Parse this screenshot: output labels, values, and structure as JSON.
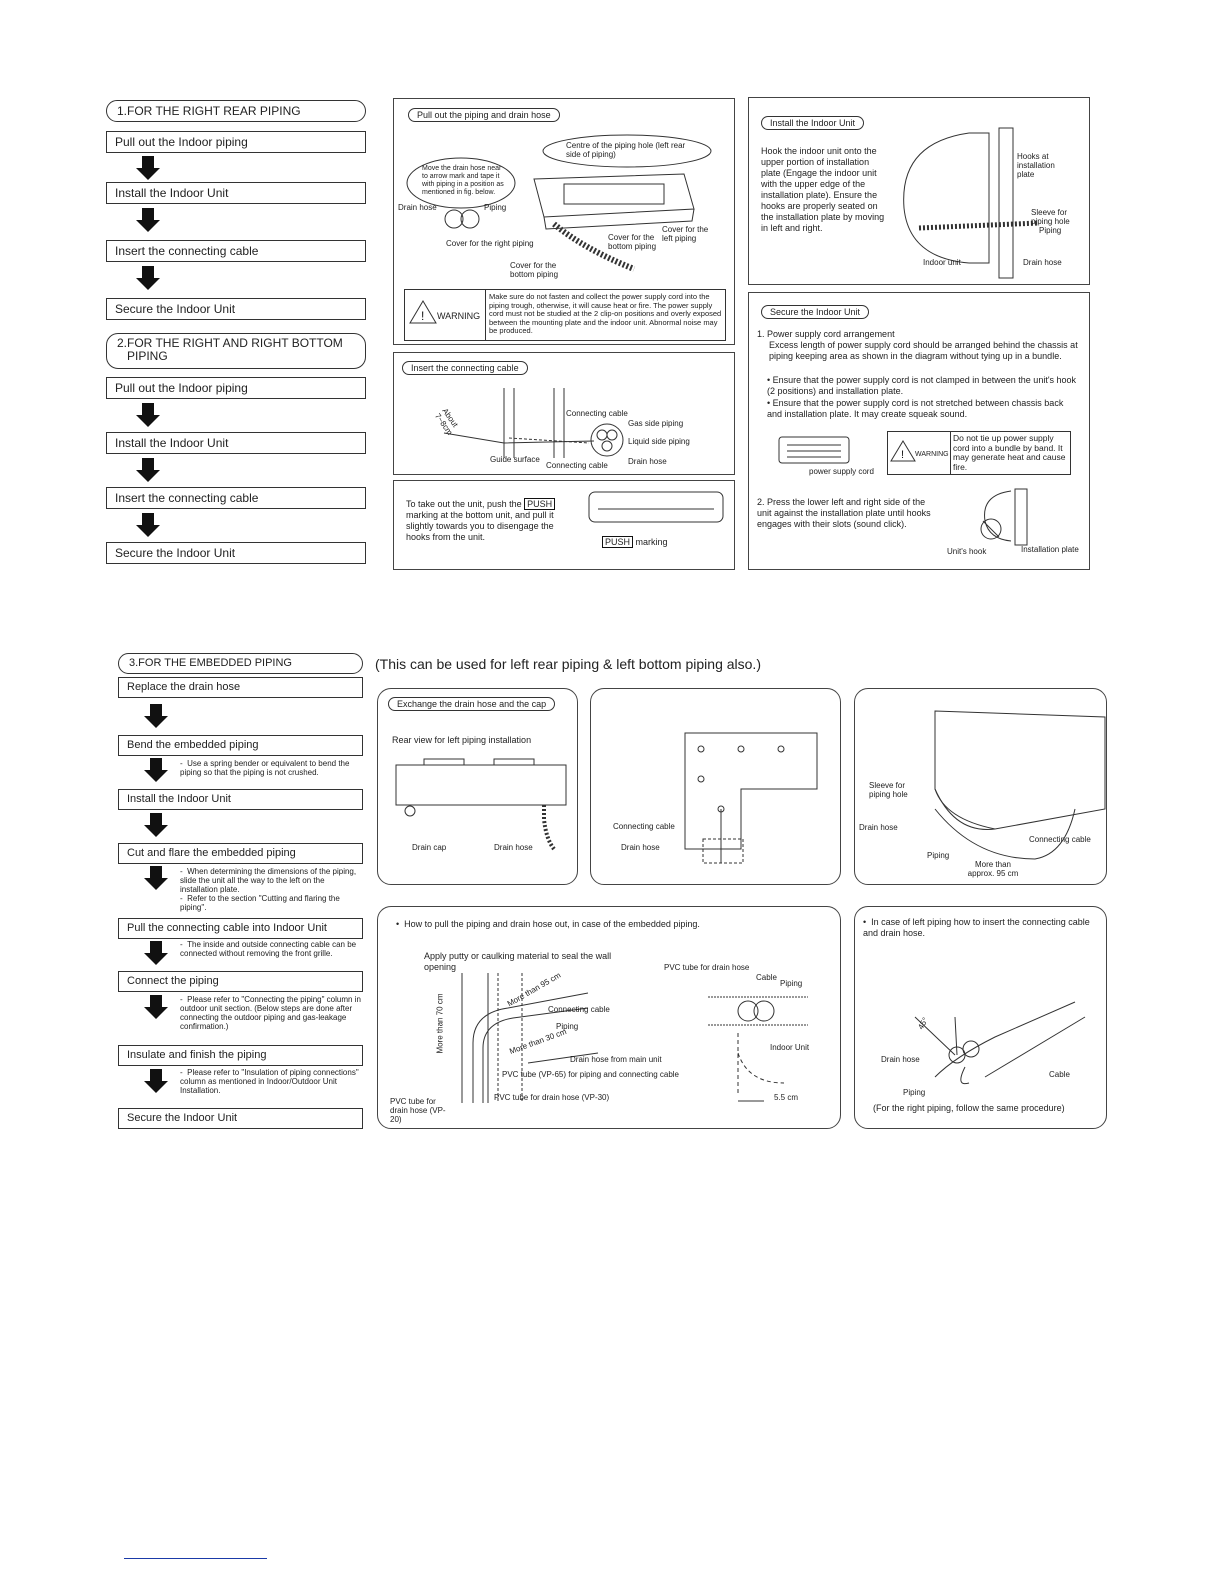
{
  "section1": {
    "title": "1.FOR THE RIGHT REAR PIPING",
    "steps": [
      "Pull out the Indoor piping",
      "Install the Indoor Unit",
      "Insert the connecting cable",
      "Secure the Indoor Unit"
    ]
  },
  "section2": {
    "title_line1": "2.FOR THE RIGHT AND RIGHT BOTTOM",
    "title_line2": "PIPING",
    "steps": [
      "Pull out the Indoor piping",
      "Install the Indoor Unit",
      "Insert the connecting cable",
      "Secure the Indoor Unit"
    ]
  },
  "panel_pull": {
    "tag": "Pull out the piping and drain hose",
    "centre_note": "Centre of the piping hole (left rear side of piping)",
    "move_note": "Move the drain hose near to arrow mark and tape it with piping in a position as mentioned in fig. below.",
    "labels": {
      "drain_hose": "Drain hose",
      "piping": "Piping",
      "cover_right": "Cover for the right piping",
      "cover_bottom1": "Cover for the bottom piping",
      "cover_bottom2": "Cover for the bottom piping",
      "cover_left": "Cover for the left piping"
    },
    "warning_label": "WARNING",
    "warning_text": "Make sure do not fasten and collect the power supply cord into the piping trough, otherwise, it will cause heat or fire. The power supply cord must not be studied at the 2 clip-on positions and overly exposed between the mounting plate and the indoor unit. Abnormal noise may be produced."
  },
  "panel_insert": {
    "tag": "Insert the connecting cable",
    "labels": {
      "about": "About 7~8cm",
      "guide": "Guide surface",
      "connecting_cable1": "Connecting cable",
      "connecting_cable2": "Connecting cable",
      "gas": "Gas side piping",
      "liquid": "Liquid side piping",
      "drain": "Drain hose"
    }
  },
  "panel_push": {
    "text_before": "To take out the unit, push the",
    "push": "PUSH",
    "text_after": "marking at the bottom unit, and pull it slightly towards you to disengage the hooks from the unit.",
    "marking": "marking"
  },
  "panel_install": {
    "tag": "Install the Indoor Unit",
    "text": "Hook the indoor unit onto the upper portion of installation plate (Engage the indoor unit with the upper edge of the installation plate). Ensure the hooks are properly seated on the installation plate by moving in left and right.",
    "labels": {
      "hooks": "Hooks at installation plate",
      "sleeve": "Sleeve for piping hole",
      "piping": "Piping",
      "indoor_unit": "Indoor unit",
      "drain_hose": "Drain hose"
    }
  },
  "panel_secure": {
    "tag": "Secure the Indoor Unit",
    "item1_title": "1. Power supply cord arrangement",
    "item1_text": "Excess length of power supply cord should be arranged behind the chassis at piping keeping area as shown in the diagram without tying up in a bundle.",
    "bullet1": "Ensure that the power supply cord is not clamped in between the unit's hook (2 positions) and installation plate.",
    "bullet2": "Ensure that the power supply cord is not stretched between chassis back and installation plate. It may create squeak sound.",
    "power_cord": "power supply cord",
    "warning_label": "WARNING",
    "warning_text": "Do not tie up power supply cord into a bundle by band. It may generate heat and cause fire.",
    "item2_text": "2. Press the lower left and right side of the unit against the installation plate until hooks engages with their slots (sound click).",
    "units_hook": "Unit's hook",
    "installation_plate": "Installation plate"
  },
  "section3": {
    "title": "3.FOR THE EMBEDDED PIPING",
    "subtitle": "(This can be used for left rear piping & left bottom piping also.)",
    "steps": [
      "Replace the drain hose",
      "Bend the embedded piping",
      "Install the Indoor Unit",
      "Cut and flare the embedded piping",
      "Pull the connecting cable into Indoor Unit",
      "Connect the piping",
      "Insulate and finish the piping",
      "Secure the Indoor Unit"
    ],
    "notes": {
      "bend": "Use a spring bender or equivalent to bend the piping so that the piping is not crushed.",
      "cut1": "When determining the dimensions of the piping, slide the unit all the way to the left on the installation plate.",
      "cut2": "Refer to the section \"Cutting and flaring the piping\".",
      "pull": "The inside and outside connecting cable can be connected without removing the front grille.",
      "connect": "Please refer to \"Connecting the piping\" column in outdoor unit section. (Below steps are done after connecting the outdoor piping and gas-leakage confirmation.)",
      "insulate": "Please refer to \"Insulation of piping connections\" column as mentioned in Indoor/Outdoor Unit Installation."
    }
  },
  "panel_exchange": {
    "tag": "Exchange the drain hose and the cap",
    "rear_view": "Rear view for left piping installation",
    "drain_cap": "Drain cap",
    "drain_hose": "Drain hose"
  },
  "panel_plate": {
    "connecting_cable": "Connecting cable",
    "drain_hose": "Drain hose"
  },
  "panel_unit": {
    "sleeve": "Sleeve for piping hole",
    "drain_hose": "Drain hose",
    "piping": "Piping",
    "connecting_cable": "Connecting cable",
    "more_than": "More than approx. 95 cm"
  },
  "panel_embedded": {
    "heading": "How to pull the piping and drain hose out, in case of the embedded piping.",
    "putty": "Apply putty or caulking material to seal the wall opening",
    "more95": "More than 95 cm",
    "more30": "More than 30 cm",
    "more70": "More than 70 cm",
    "connecting_cable": "Connecting cable",
    "piping": "Piping",
    "drain_main": "Drain hose from main unit",
    "vp65": "PVC tube (VP-65) for piping and connecting cable",
    "vp30": "PVC tube for drain hose (VP-30)",
    "vp20": "PVC tube for drain hose (VP-20)",
    "pvc_drain": "PVC tube for drain hose",
    "cable": "Cable",
    "piping2": "Piping",
    "indoor_unit": "Indoor Unit",
    "dim": "5.5 cm"
  },
  "panel_left": {
    "heading": "In case of left piping how to insert the connecting cable and drain hose.",
    "angle": "45°",
    "drain_hose": "Drain hose",
    "cable": "Cable",
    "piping": "Piping",
    "footer": "(For the right piping, follow the same procedure)"
  }
}
